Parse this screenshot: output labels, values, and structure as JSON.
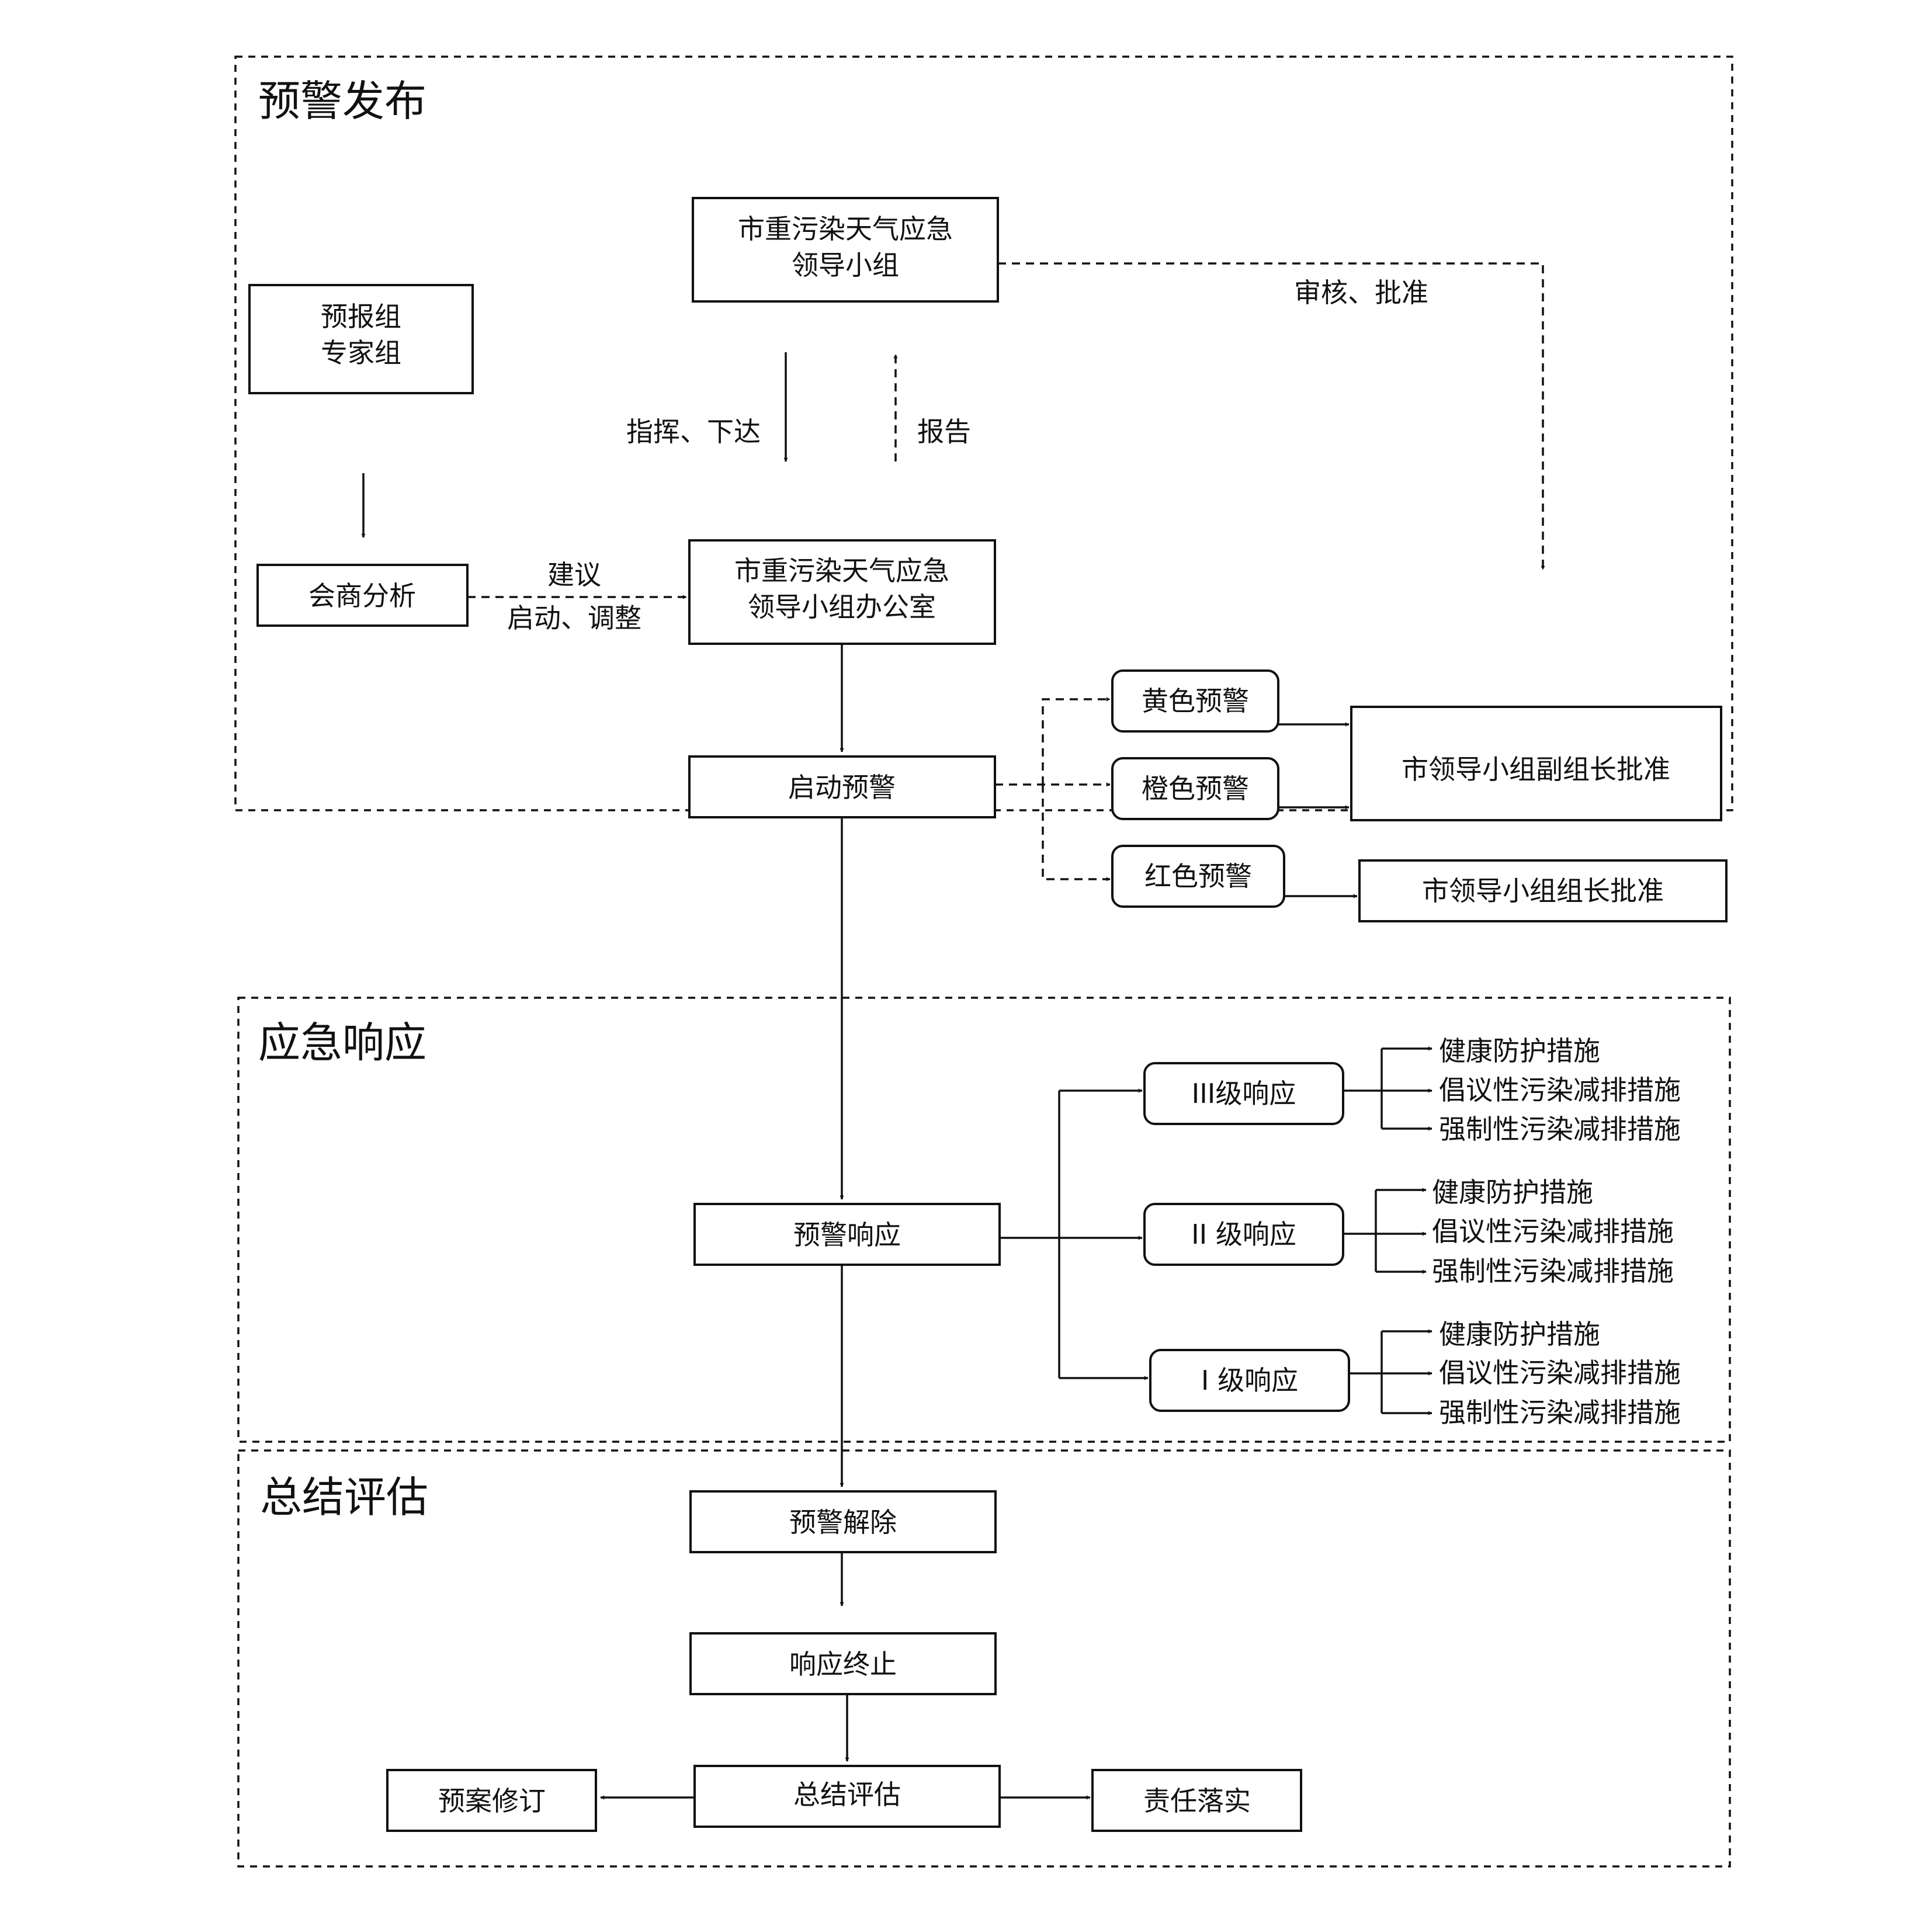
{
  "sections": {
    "warning_release": "预警发布",
    "emergency_response": "应急响应",
    "summary_evaluation": "总结评估"
  },
  "nodes": {
    "city_leading_group": [
      "市重污染天气应急",
      "领导小组"
    ],
    "forecast_expert_group": [
      "预报组",
      "专家组"
    ],
    "consult_analysis": "会商分析",
    "leading_group_office": [
      "市重污染天气应急",
      "领导小组办公室"
    ],
    "start_warning": "启动预警",
    "yellow_warning": "黄色预警",
    "orange_warning": "橙色预警",
    "red_warning": "红色预警",
    "deputy_leader_approval": "市领导小组副组长批准",
    "leader_approval": "市领导小组组长批准",
    "warning_response": "预警响应",
    "level3_response": "III级响应",
    "level2_response": "II 级响应",
    "level1_response": "I 级响应",
    "warning_lift": "预警解除",
    "response_end": "响应终止",
    "summary_eval": "总结评估",
    "plan_revision": "预案修订",
    "responsibility": "责任落实"
  },
  "edge_labels": {
    "command_issue": "指挥、下达",
    "report": "报告",
    "review_approve": "审核、批准",
    "suggest": "建议",
    "start_adjust": "启动、调整"
  },
  "measures": {
    "health": "健康防护措施",
    "advisory": "倡议性污染减排措施",
    "mandatory": "强制性污染减排措施"
  }
}
